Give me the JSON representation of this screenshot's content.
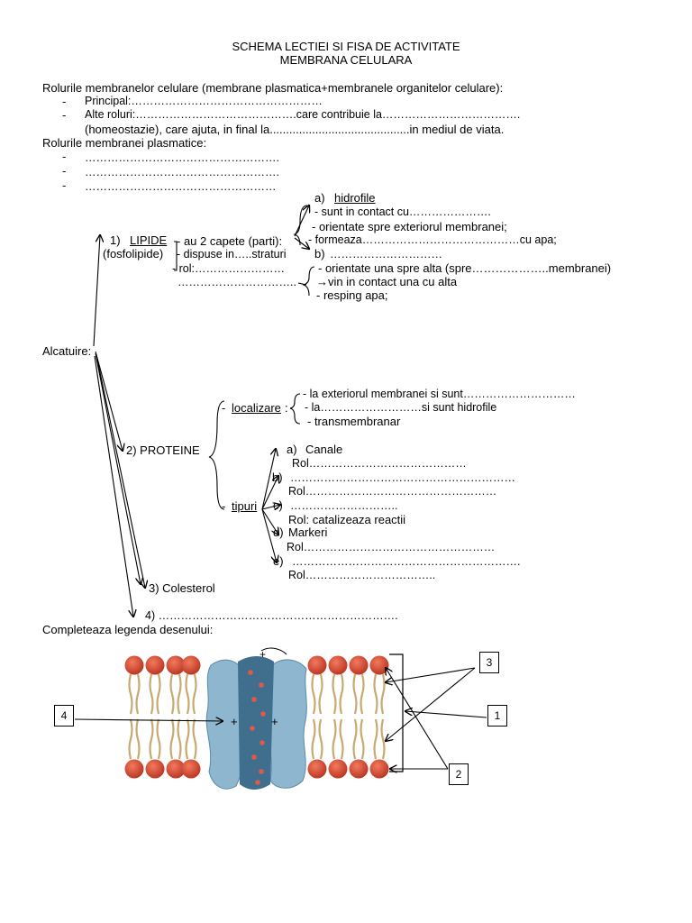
{
  "header": {
    "line1": "SCHEMA LECTIEI SI FISA DE ACTIVITATE",
    "line2": "MEMBRANA  CELULARA"
  },
  "roles": {
    "heading": "Rolurile membranelor celulare (membrane plasmatica+membranele organitelor celulare):",
    "items": [
      {
        "bullet": "-",
        "text": "Principal:……………………………………………"
      },
      {
        "bullet": "-",
        "text": "Alte roluri:…………………………………….care contribuie la………………………………."
      },
      {
        "bullet": "",
        "text": "(homeostazie), care ajuta, in final la...........................................in mediul de viata."
      }
    ],
    "plasma_heading": "Rolurile membranei plasmatice:",
    "plasma_items": [
      {
        "bullet": "-",
        "text": "……………………………………………."
      },
      {
        "bullet": "-",
        "text": "……………………………………………."
      },
      {
        "bullet": "-",
        "text": "……………………………………………"
      }
    ]
  },
  "composition": {
    "label": "Alcatuire:",
    "lipids": {
      "number": "1)",
      "name": "LIPIDE",
      "sub": "(fosfolipide)",
      "traits": [
        "- au 2 capete (parti):",
        "- dispuse in…..straturi",
        "- rol:……………………"
      ],
      "extra_dots": "…………………………..",
      "heads": {
        "letter": "a)",
        "name": "hidrofile",
        "items": [
          "- sunt in contact cu………………….",
          "- orientate spre exteriorul membranei;",
          "- formeaza……………………………………cu apa;"
        ]
      },
      "tails": {
        "letter": "b)",
        "dots": "…………………………",
        "items": [
          "- orientate una spre alta (spre………………..membranei)",
          "→vin in contact una cu alta",
          "- resping apa;"
        ]
      }
    },
    "proteins": {
      "name": "2) PROTEINE",
      "location_label": "localizare",
      "location_items": [
        "- la exteriorul membranei si sunt…………………………",
        "- la………………………si sunt hidrofile",
        "- transmembranar"
      ],
      "types_label": "tipuri",
      "types": [
        {
          "letter": "a)",
          "text": "Canale"
        },
        {
          "letter": "",
          "text": "Rol……………………………………"
        },
        {
          "letter": "b)",
          "text": "……………………………………………………"
        },
        {
          "letter": "",
          "text": "Rol……………………………………………"
        },
        {
          "letter": "c)",
          "text": "……………………….."
        },
        {
          "letter": "",
          "text": "Rol: catalizeaza reactii"
        },
        {
          "letter": "d)",
          "text": "Markeri"
        },
        {
          "letter": "",
          "text": "Rol……………………………………………"
        },
        {
          "letter": "e)",
          "text": "……………………………………………………."
        },
        {
          "letter": "",
          "text": "Rol…………………………….."
        }
      ]
    },
    "cholesterol": "3) Colesterol",
    "fourth": "4) ………………………………………………………."
  },
  "legend": {
    "heading": "Completeaza legenda desenului:",
    "labels": [
      "1",
      "2",
      "3",
      "4"
    ],
    "plus": "+"
  },
  "colors": {
    "head": "#d9472f",
    "tail": "#c8aa70",
    "protein": "#8fb6cf",
    "channel": "#3f6f8c"
  }
}
